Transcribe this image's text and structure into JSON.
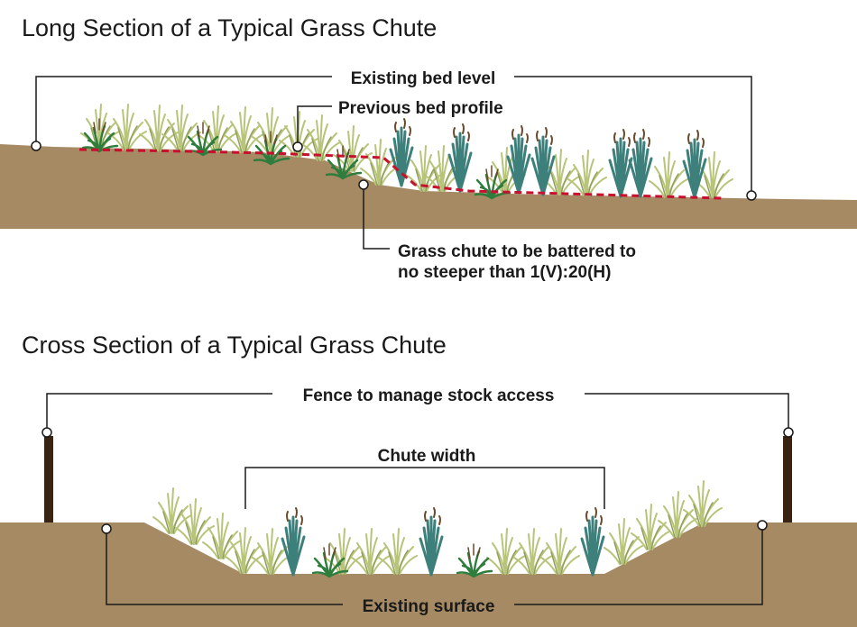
{
  "long_section": {
    "title": "Long Section of a Typical Grass Chute",
    "label_existing_bed": "Existing bed level",
    "label_previous_bed": "Previous bed profile",
    "label_batter_line1": "Grass chute to be battered to",
    "label_batter_line2": "no steeper than 1(V):20(H)"
  },
  "cross_section": {
    "title": "Cross Section of a Typical Grass Chute",
    "label_fence": "Fence to manage stock access",
    "label_width": "Chute width",
    "label_surface": "Existing surface"
  },
  "colors": {
    "soil": "#a68a64",
    "grass_light": "#b8c47a",
    "grass_dark": "#2e7d3c",
    "reed": "#3d7f7a",
    "profile_line": "#c8102e",
    "post": "#3b2314",
    "leader": "#1a1a1a"
  },
  "icons": {
    "grass": "grass-tuft-icon",
    "reed": "reed-clump-icon",
    "post": "fence-post-icon",
    "marker": "leader-circle-icon"
  }
}
